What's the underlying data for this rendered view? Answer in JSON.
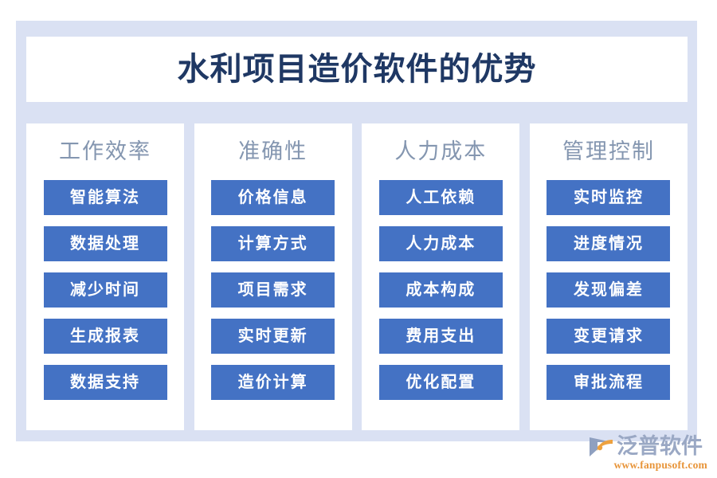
{
  "poster": {
    "title": "水利项目造价软件的优势",
    "title_color": "#1f3864",
    "panel_color": "#dae1f3",
    "card_color": "#ffffff",
    "header_color": "#8496b0",
    "item_color": "#4472c4",
    "item_text_color": "#ffffff"
  },
  "columns": [
    {
      "header": "工作效率",
      "items": [
        "智能算法",
        "数据处理",
        "减少时间",
        "生成报表",
        "数据支持"
      ]
    },
    {
      "header": "准确性",
      "items": [
        "价格信息",
        "计算方式",
        "项目需求",
        "实时更新",
        "造价计算"
      ]
    },
    {
      "header": "人力成本",
      "items": [
        "人工依赖",
        "人力成本",
        "成本构成",
        "费用支出",
        "优化配置"
      ]
    },
    {
      "header": "管理控制",
      "items": [
        "实时监控",
        "进度情况",
        "发现偏差",
        "变更请求",
        "审批流程"
      ]
    }
  ],
  "logo": {
    "name": "泛普软件",
    "url": "www.fanpusoft.com",
    "mark_icon": "fanpu-swoosh-icon",
    "name_color": "#9aa8c4",
    "url_color": "#e8953a"
  }
}
